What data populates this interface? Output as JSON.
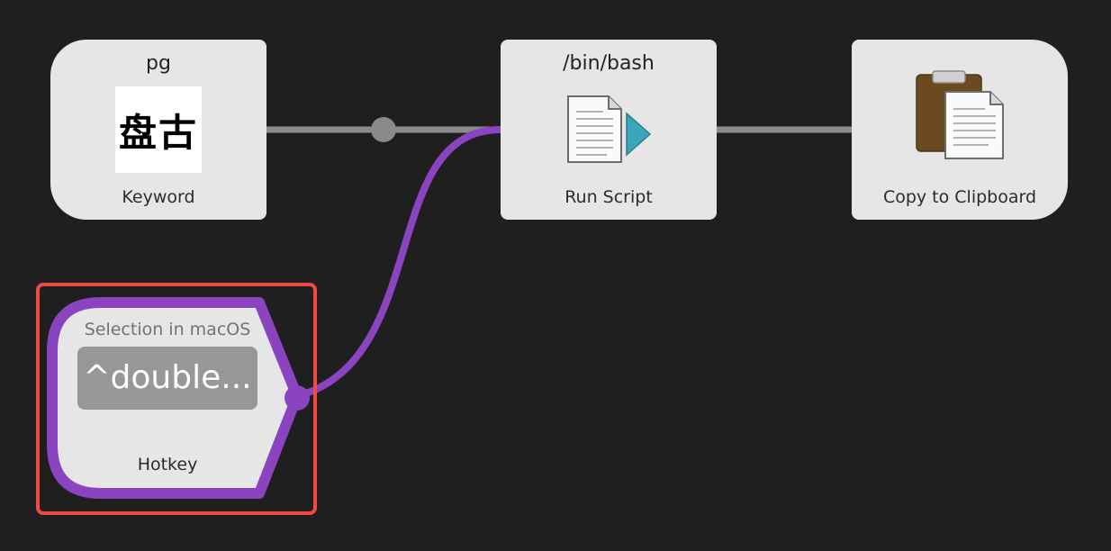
{
  "colors": {
    "background": "#1f1f1f",
    "node_fill": "#e6e6e6",
    "connection_gray": "#8a8a8a",
    "connection_purple": "#8b44c0",
    "highlight_red": "#f04a45",
    "hotkey_key_fill": "#979797",
    "clipboard_brown": "#6b4a20",
    "script_arrow_teal": "#3aa6b9"
  },
  "nodes": {
    "keyword": {
      "title": "pg",
      "image_text": "盘古",
      "label": "Keyword"
    },
    "run_script": {
      "title": "/bin/bash",
      "icon": "script-document-icon",
      "label": "Run Script"
    },
    "clipboard": {
      "icon": "clipboard-icon",
      "label": "Copy to Clipboard"
    },
    "hotkey": {
      "subtitle": "Selection in macOS",
      "key": "^double...",
      "label": "Hotkey"
    }
  }
}
